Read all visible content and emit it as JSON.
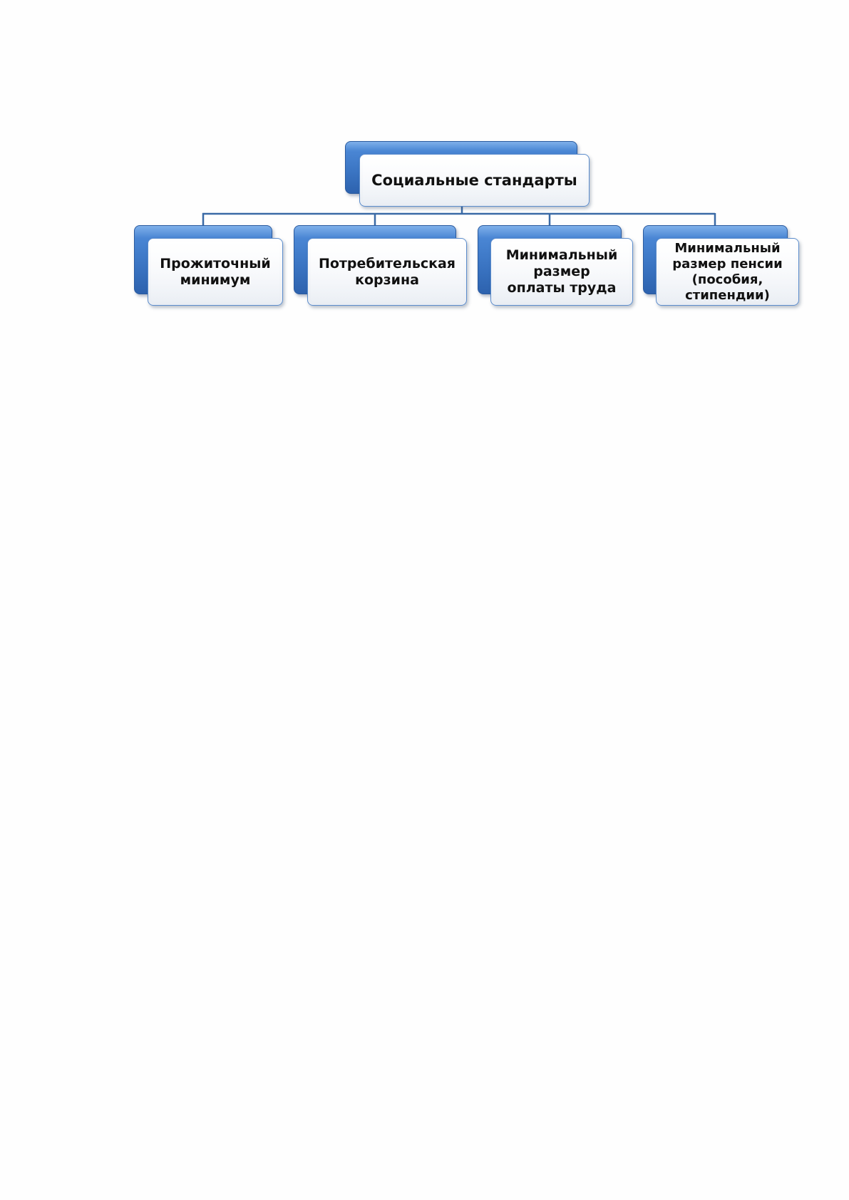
{
  "diagram": {
    "root": {
      "label": "Социальные стандарты"
    },
    "children": [
      {
        "label": "Прожиточный\nминимум"
      },
      {
        "label": "Потребительская\nкорзина"
      },
      {
        "label": "Минимальный\nразмер\nоплаты труда"
      },
      {
        "label": "Минимальный\nразмер пенсии\n(пособия,\nстипендии)"
      }
    ]
  },
  "colors": {
    "box_back": "#3a74c2",
    "box_border": "#5b8ccc",
    "connector": "#3a6aa6",
    "text": "#111111"
  }
}
